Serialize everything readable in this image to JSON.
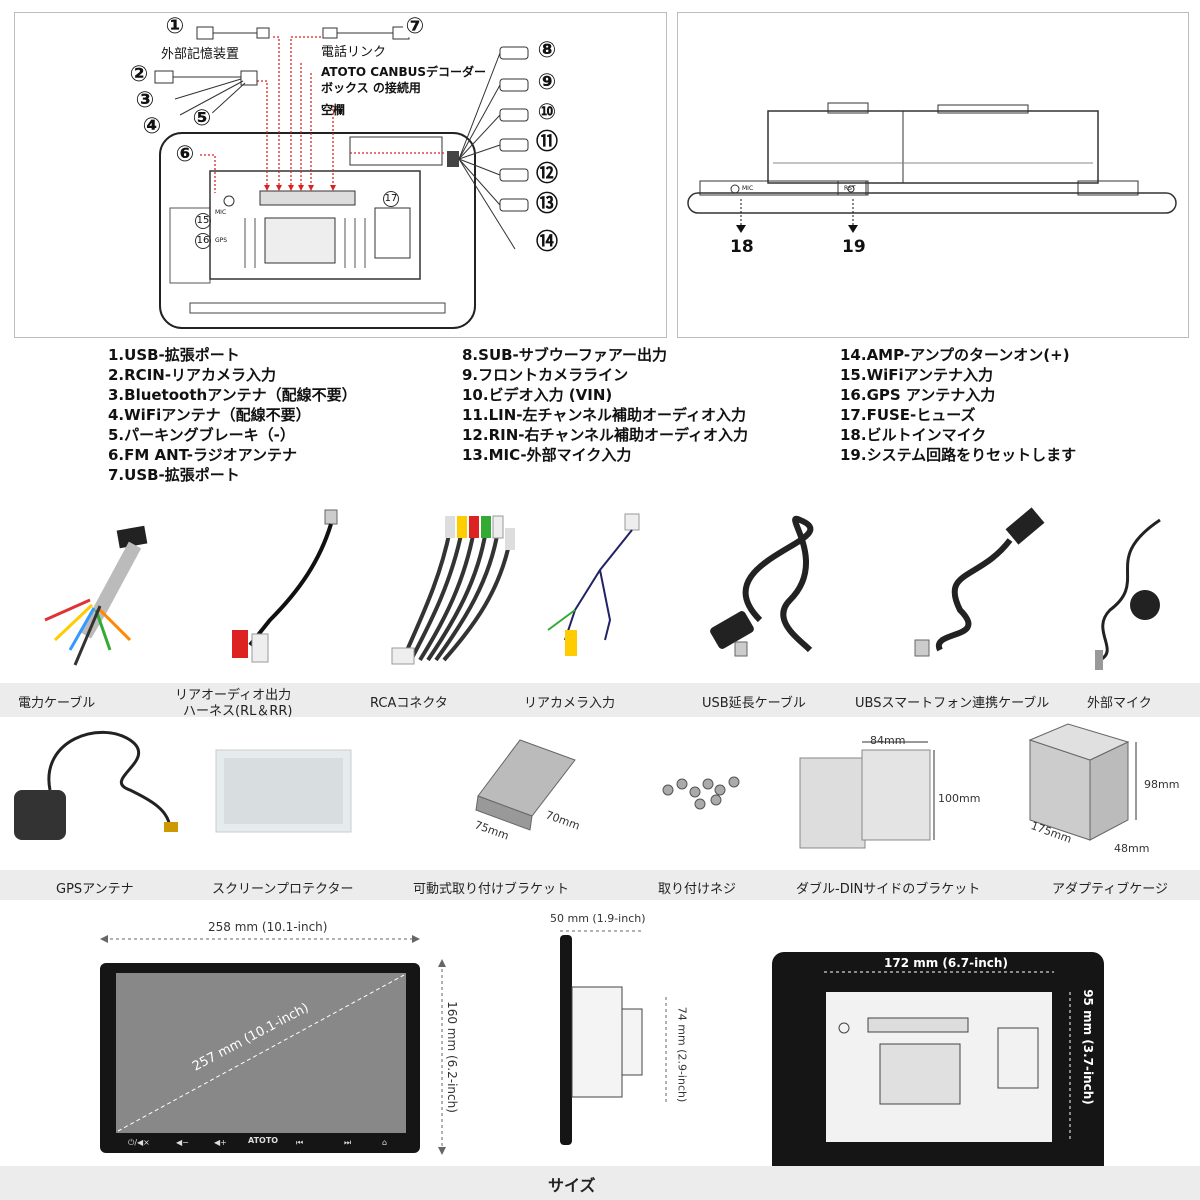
{
  "top_left": {
    "callouts": [
      "①",
      "②",
      "③",
      "④",
      "⑤",
      "⑥",
      "⑦",
      "⑧",
      "⑨",
      "⑩",
      "⑪",
      "⑫",
      "⑬",
      "⑭"
    ],
    "label_usb": "外部記憶装置",
    "label_phone": "電話リンク",
    "label_canbus_1": "ATOTO CANBUSデコーダー",
    "label_canbus_2": "ボックス の接続用",
    "label_empty": "空欄",
    "marks": [
      "15",
      "16",
      "17"
    ],
    "mini_mic": "MIC",
    "mini_gps": "GPS"
  },
  "top_right": {
    "num_18": "18",
    "num_19": "19",
    "mini_mic": "MIC",
    "mini_rst": "RST"
  },
  "legend": {
    "col1": [
      "1.USB-拡張ポート",
      "2.RCIN-リアカメラ入力",
      "3.Bluetoothアンテナ（配線不要）",
      "4.WiFiアンテナ（配線不要）",
      "5.パーキングブレーキ（-）",
      "6.FM ANT-ラジオアンテナ",
      "7.USB-拡張ポート"
    ],
    "col2": [
      "8.SUB-サブウーファアー出力",
      "9.フロントカメラライン",
      "10.ビデオ入力 (VIN)",
      "11.LIN-左チャンネル補助オーディオ入力",
      "12.RIN-右チャンネル補助オーディオ入力",
      "13.MIC-外部マイク入力"
    ],
    "col3": [
      "14.AMP-アンプのターンオン(+)",
      "15.WiFiアンテナ入力",
      "16.GPS アンテナ入力",
      "17.FUSE-ヒューズ",
      "18.ビルトインマイク",
      "19.システム回路をりセットします"
    ]
  },
  "accessories_row1": {
    "captions": [
      "電力ケーブル",
      "リアオーディオ出力",
      "ハーネス(RL＆RR)",
      "RCAコネクタ",
      "リアカメラ入力",
      "USB延長ケーブル",
      "UBSスマートフォン連携ケーブル",
      "外部マイク"
    ]
  },
  "accessories_row2": {
    "captions": [
      "GPSアンテナ",
      "スクリーンプロテクター",
      "可動式取り付けブラケット",
      "取り付けネジ",
      "ダブル-DINサイドのブラケット",
      "アダプティブケージ"
    ],
    "dims": {
      "bracket_a": "75mm",
      "bracket_b": "70mm",
      "din_w": "84mm",
      "din_h": "100mm",
      "cage_h": "98mm",
      "cage_d": "175mm",
      "cage_w": "48mm"
    }
  },
  "size": {
    "front_width": "258 mm (10.1-inch)",
    "front_diag": "257 mm (10.1-inch)",
    "front_height": "160 mm (6.2-inch)",
    "side_depth": "50 mm (1.9-inch)",
    "side_height": "74 mm (2.9-inch)",
    "back_width": "172 mm (6.7-inch)",
    "back_height": "95 mm (3.7-inch)",
    "brand": "ATOTO",
    "title": "サイズ"
  },
  "colors": {
    "red_dotted": "#d22",
    "panel_border": "#bdbdbd",
    "band": "#ececec"
  }
}
